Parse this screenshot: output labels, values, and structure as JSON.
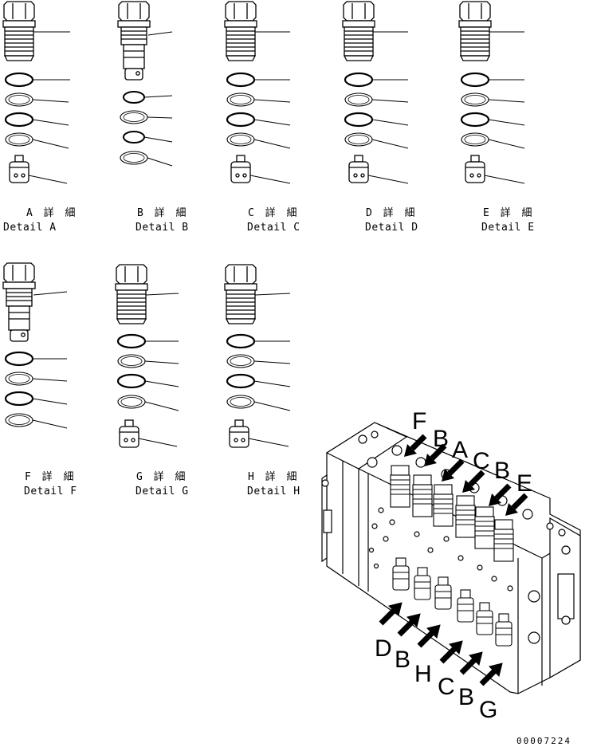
{
  "details": [
    {
      "jp": "A 詳 細",
      "en": "Detail A"
    },
    {
      "jp": "B 詳 細",
      "en": "Detail B"
    },
    {
      "jp": "C 詳 細",
      "en": "Detail C"
    },
    {
      "jp": "D 詳 細",
      "en": "Detail D"
    },
    {
      "jp": "E 詳 細",
      "en": "Detail E"
    },
    {
      "jp": "F 詳 細",
      "en": "Detail F"
    },
    {
      "jp": "G 詳 細",
      "en": "Detail G"
    },
    {
      "jp": "H 詳 細",
      "en": "Detail H"
    }
  ],
  "callouts_top": [
    "F",
    "B",
    "A",
    "C",
    "B",
    "E"
  ],
  "callouts_bottom": [
    "D",
    "B",
    "H",
    "C",
    "B",
    "G"
  ],
  "document_number": "00007224"
}
